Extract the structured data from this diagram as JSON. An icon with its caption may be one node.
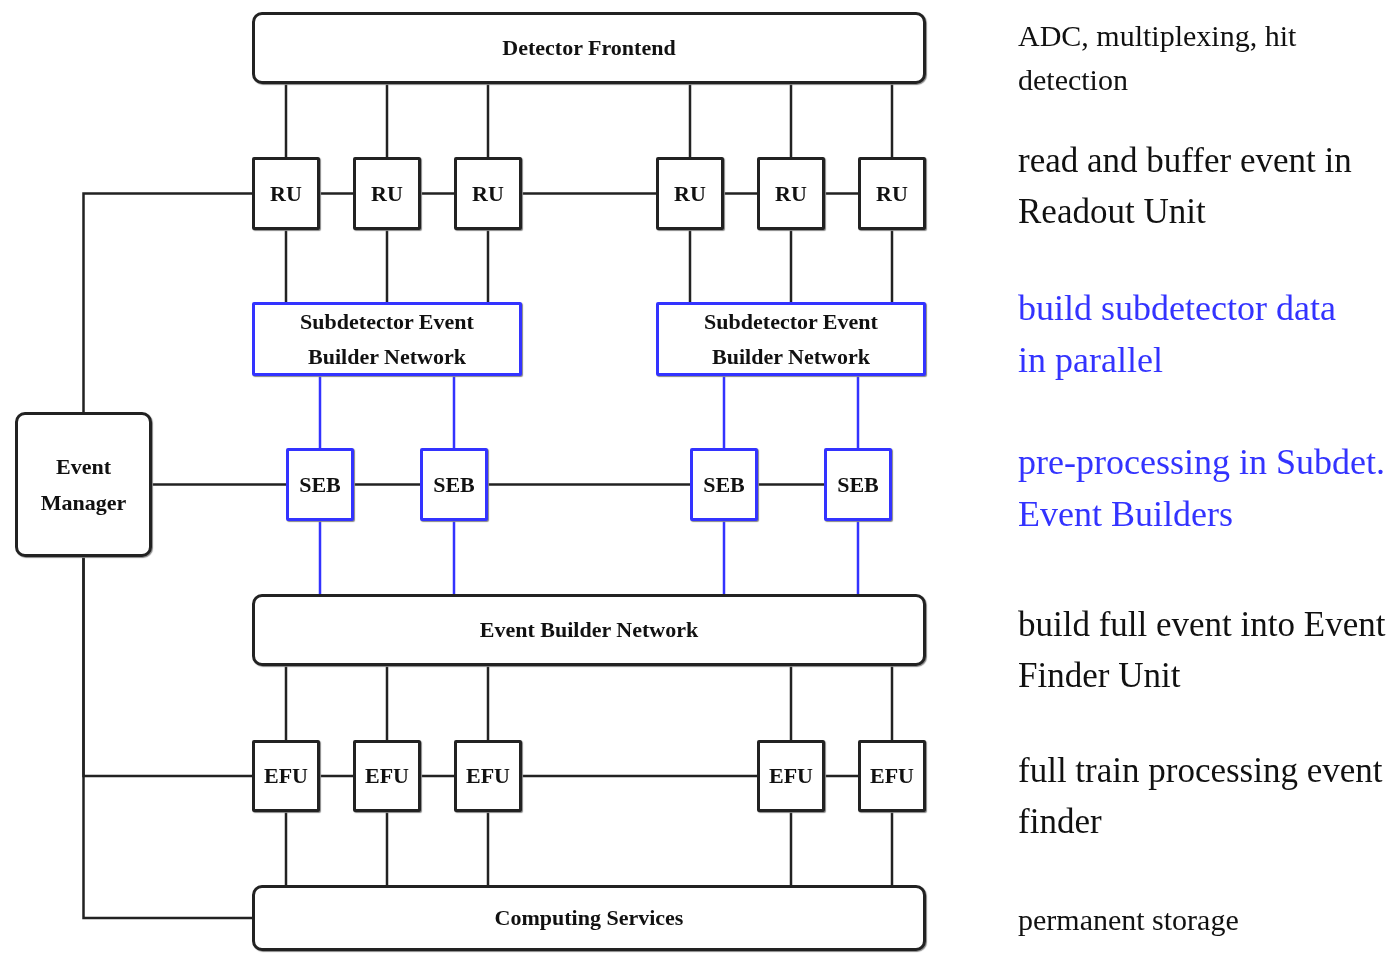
{
  "diagram": {
    "nodes": [
      {
        "text": [
          "Detector Frontend"
        ]
      },
      {
        "text": [
          "RU"
        ]
      },
      {
        "text": [
          "RU"
        ]
      },
      {
        "text": [
          "RU"
        ]
      },
      {
        "text": [
          "RU"
        ]
      },
      {
        "text": [
          "RU"
        ]
      },
      {
        "text": [
          "RU"
        ]
      },
      {
        "text": [
          "Subdetector Event Builder Network"
        ]
      },
      {
        "text": [
          "Subdetector Event Builder Network"
        ]
      },
      {
        "text": [
          "Event Manager"
        ]
      },
      {
        "text": [
          "SEB"
        ]
      },
      {
        "text": [
          "SEB"
        ]
      },
      {
        "text": [
          "SEB"
        ]
      },
      {
        "text": [
          "SEB"
        ]
      },
      {
        "text": [
          "Event Builder Network"
        ]
      },
      {
        "text": [
          "EFU"
        ]
      },
      {
        "text": [
          "EFU"
        ]
      },
      {
        "text": [
          "EFU"
        ]
      },
      {
        "text": [
          "EFU"
        ]
      },
      {
        "text": [
          "EFU"
        ]
      },
      {
        "text": [
          "Computing Services"
        ]
      }
    ],
    "edges": [
      {
        "from": 0,
        "to": 1,
        "arrow": "none"
      },
      {
        "from": 0,
        "to": 2,
        "arrow": "none"
      },
      {
        "from": 0,
        "to": 3,
        "arrow": "none"
      },
      {
        "from": 0,
        "to": 4,
        "arrow": "none"
      },
      {
        "from": 0,
        "to": 5,
        "arrow": "none"
      },
      {
        "from": 0,
        "to": 6,
        "arrow": "none"
      },
      {
        "from": 9,
        "to": 1,
        "arrow": "none"
      },
      {
        "from": 1,
        "to": 2,
        "arrow": "none"
      },
      {
        "from": 2,
        "to": 3,
        "arrow": "none"
      },
      {
        "from": 3,
        "to": 4,
        "arrow": "none"
      },
      {
        "from": 4,
        "to": 5,
        "arrow": "none"
      },
      {
        "from": 5,
        "to": 6,
        "arrow": "none"
      },
      {
        "from": 1,
        "to": 7,
        "arrow": "none"
      },
      {
        "from": 2,
        "to": 7,
        "arrow": "none"
      },
      {
        "from": 3,
        "to": 7,
        "arrow": "none"
      },
      {
        "from": 4,
        "to": 8,
        "arrow": "none"
      },
      {
        "from": 5,
        "to": 8,
        "arrow": "none"
      },
      {
        "from": 6,
        "to": 8,
        "arrow": "none"
      },
      {
        "from": 7,
        "to": 10,
        "arrow": "none",
        "color": "#3333ff"
      },
      {
        "from": 7,
        "to": 11,
        "arrow": "none",
        "color": "#3333ff"
      },
      {
        "from": 8,
        "to": 12,
        "arrow": "none",
        "color": "#3333ff"
      },
      {
        "from": 8,
        "to": 13,
        "arrow": "none",
        "color": "#3333ff"
      },
      {
        "from": 9,
        "to": 10,
        "arrow": "none"
      },
      {
        "from": 10,
        "to": 11,
        "arrow": "none"
      },
      {
        "from": 11,
        "to": 12,
        "arrow": "none"
      },
      {
        "from": 12,
        "to": 13,
        "arrow": "none"
      },
      {
        "from": 10,
        "to": 14,
        "arrow": "none",
        "color": "#3333ff"
      },
      {
        "from": 11,
        "to": 14,
        "arrow": "none",
        "color": "#3333ff"
      },
      {
        "from": 12,
        "to": 14,
        "arrow": "none",
        "color": "#3333ff"
      },
      {
        "from": 13,
        "to": 14,
        "arrow": "none",
        "color": "#3333ff"
      },
      {
        "from": 14,
        "to": 15,
        "arrow": "none"
      },
      {
        "from": 14,
        "to": 16,
        "arrow": "none"
      },
      {
        "from": 14,
        "to": 17,
        "arrow": "none"
      },
      {
        "from": 14,
        "to": 18,
        "arrow": "none"
      },
      {
        "from": 14,
        "to": 19,
        "arrow": "none"
      },
      {
        "from": 9,
        "to": 15,
        "arrow": "none"
      },
      {
        "from": 15,
        "to": 16,
        "arrow": "none"
      },
      {
        "from": 16,
        "to": 17,
        "arrow": "none"
      },
      {
        "from": 17,
        "to": 18,
        "arrow": "none"
      },
      {
        "from": 18,
        "to": 19,
        "arrow": "none"
      },
      {
        "from": 15,
        "to": 20,
        "arrow": "none"
      },
      {
        "from": 16,
        "to": 20,
        "arrow": "none"
      },
      {
        "from": 17,
        "to": 20,
        "arrow": "none"
      },
      {
        "from": 18,
        "to": 20,
        "arrow": "none"
      },
      {
        "from": 19,
        "to": 20,
        "arrow": "none"
      },
      {
        "from": 9,
        "to": 20,
        "arrow": "none"
      }
    ],
    "labels": [
      "ADC, multiplexing, hit detection",
      "read and buffer event in Readout Unit",
      "build subdetector data in parallel",
      "pre-processing in Subdet. Event Builders",
      "build full event into Event Finder Unit",
      "full train processing event finder",
      "permanent storage"
    ]
  }
}
